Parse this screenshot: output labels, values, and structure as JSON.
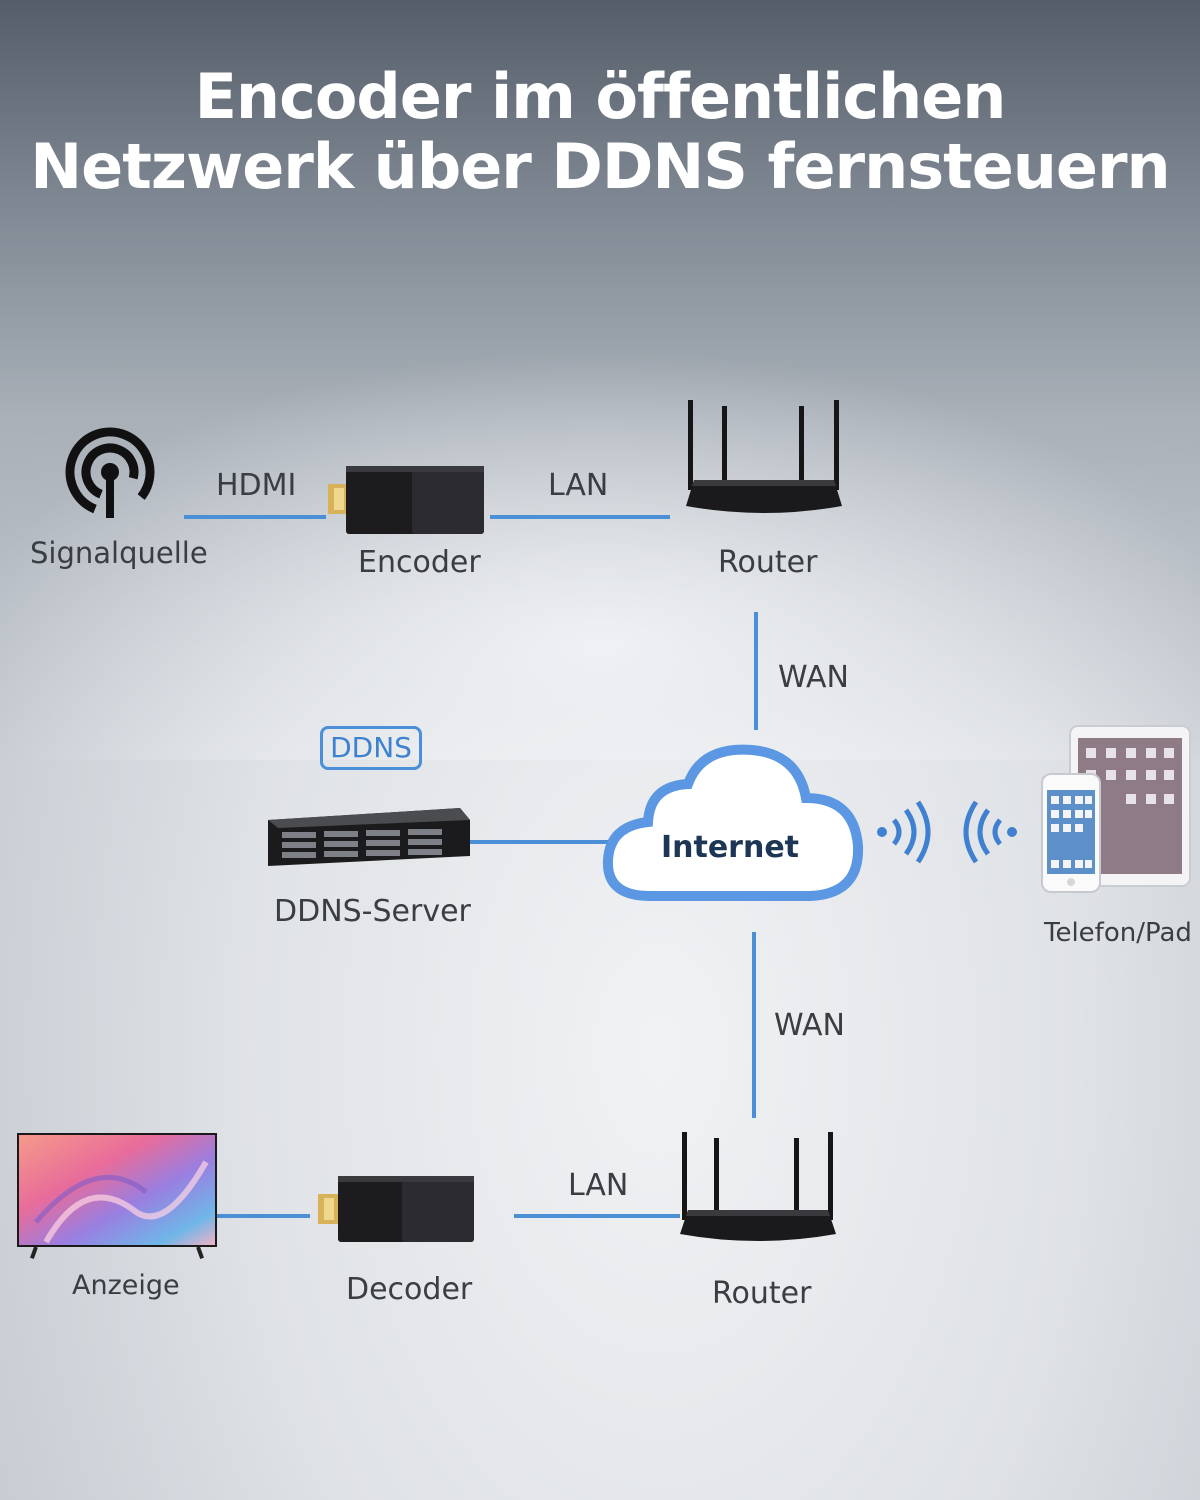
{
  "title": {
    "line1": "Encoder im öffentlichen",
    "line2": "Netzwerk über DDNS fernsteuern"
  },
  "nodes": {
    "signal_source": "Signalquelle",
    "encoder": "Encoder",
    "router_top": "Router",
    "ddns_server": "DDNS-Server",
    "internet": "Internet",
    "phone_pad": "Telefon/Pad",
    "display": "Anzeige",
    "decoder": "Decoder",
    "router_bottom": "Router"
  },
  "badge": {
    "ddns": "DDNS"
  },
  "connections": {
    "hdmi": "HDMI",
    "lan_top": "LAN",
    "wan_top": "WAN",
    "wan_bottom": "WAN",
    "lan_bottom": "LAN"
  },
  "colors": {
    "link_line": "#4b8fd6",
    "cloud_outline": "#5b97e2",
    "text": "#3a3d42"
  }
}
